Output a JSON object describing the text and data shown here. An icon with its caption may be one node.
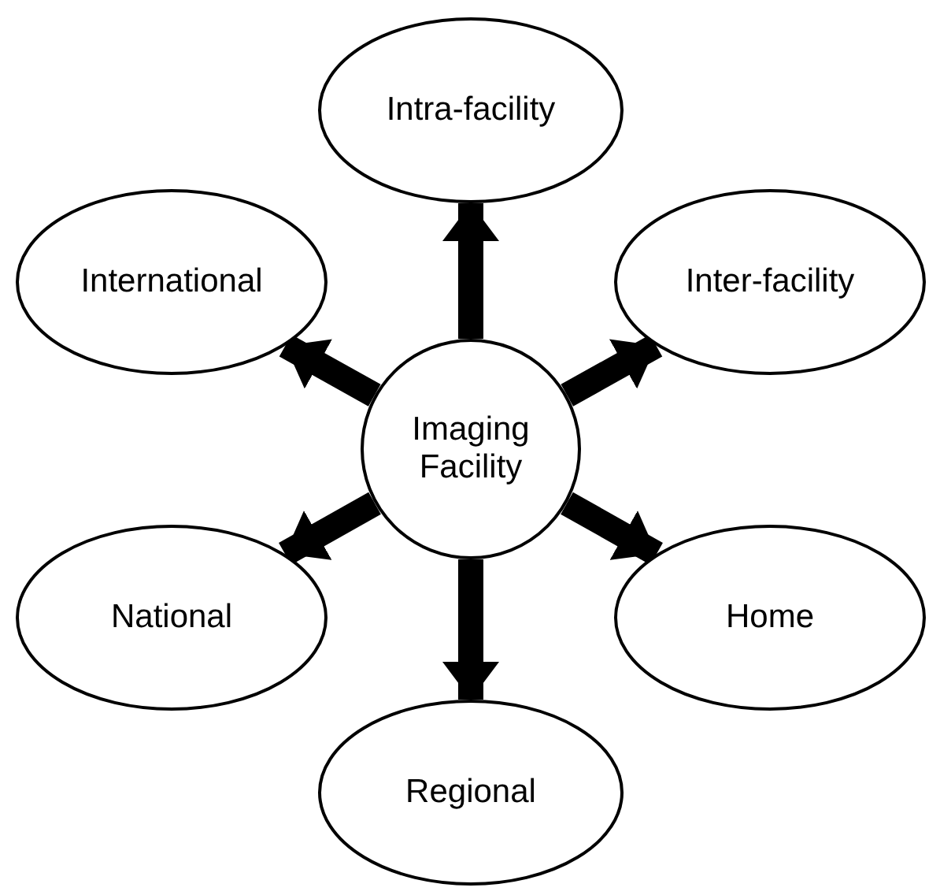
{
  "diagram": {
    "nodes": [
      {
        "text": [
          "Intra-facility"
        ]
      },
      {
        "text": [
          "International"
        ]
      },
      {
        "text": [
          "Inter-facility"
        ]
      },
      {
        "text": [
          "Imaging Facility"
        ]
      },
      {
        "text": [
          "National"
        ]
      },
      {
        "text": [
          "Home"
        ]
      },
      {
        "text": [
          "Regional"
        ]
      }
    ],
    "edges": [
      {
        "from": 3,
        "to": 0,
        "arrow": "to"
      },
      {
        "from": 3,
        "to": 2,
        "arrow": "to"
      },
      {
        "from": 3,
        "to": 5,
        "arrow": "to"
      },
      {
        "from": 3,
        "to": 6,
        "arrow": "to"
      },
      {
        "from": 3,
        "to": 4,
        "arrow": "to"
      },
      {
        "from": 3,
        "to": 1,
        "arrow": "to"
      }
    ]
  }
}
